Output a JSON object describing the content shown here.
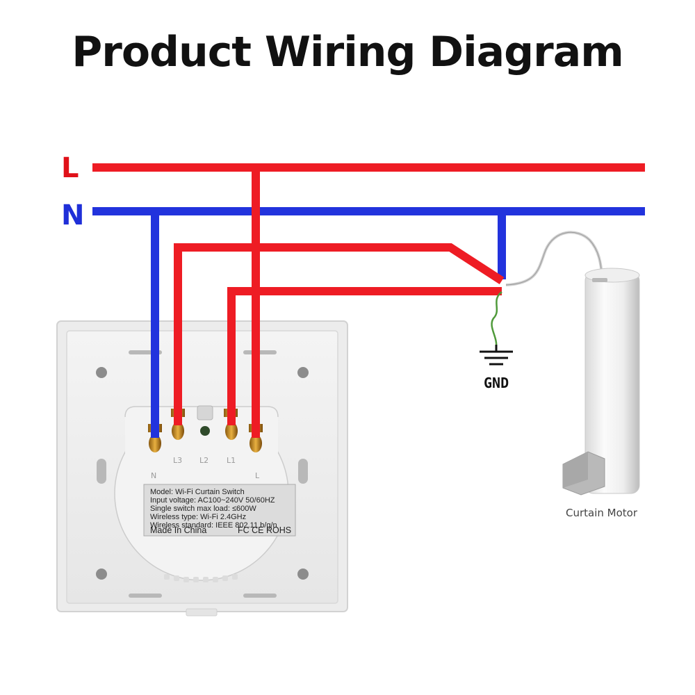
{
  "title": "Product Wiring Diagram",
  "lines": {
    "live_label": "L",
    "neutral_label": "N"
  },
  "colors": {
    "live": "#ee1c24",
    "neutral": "#2233dd",
    "live_text": "#e01018",
    "neutral_text": "#1f2fd8"
  },
  "terminals": {
    "n": "N",
    "l3": "L3",
    "l2": "L2",
    "l1": "L1",
    "l": "L"
  },
  "plate": {
    "model": "Model: Wi-Fi Curtain Switch",
    "voltage": "Input voltage: AC100~240V  50/60HZ",
    "load": "Single switch max load: ≤600W",
    "wireless_type": "Wireless type: Wi-Fi 2.4GHz",
    "wireless_std": "Wireless standard: IEEE 802.11 b/g/n",
    "made": "Made In China",
    "certs": "FC CE ROHS"
  },
  "ground_label": "GND",
  "motor_label": "Curtain Motor"
}
